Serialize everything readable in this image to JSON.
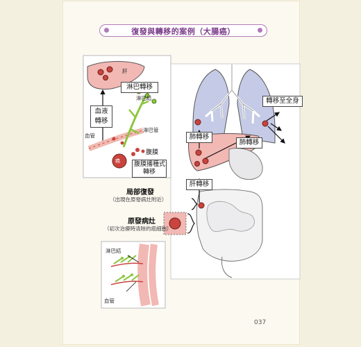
{
  "title": "復發與轉移的案例（大腸癌）",
  "page_number": "037",
  "labels": {
    "liver": "肝",
    "lymph_metastasis": "淋巴轉移",
    "lymph_node": "淋巴結",
    "blood_metastasis_line1": "血液",
    "blood_metastasis_line2": "轉移",
    "lymph_vessel": "淋巴管",
    "blood_vessel": "血管",
    "cancer": "癌",
    "peritoneum": "腹膜",
    "peritoneal_line1": "腹膜播種式",
    "peritoneal_line2": "轉移",
    "whole_body": "轉移至全身",
    "lung_meta_left": "肺轉移",
    "lung_meta_right": "肺轉移",
    "liver_meta": "肝轉移",
    "local_recurrence": "局部復發",
    "local_recurrence_note": "（出現在原發病灶附近）",
    "primary_lesion": "原發病灶",
    "primary_lesion_note": "（初次治療時清除的癌細胞）",
    "inset_lymph_node": "淋巴結",
    "inset_blood_vessel": "血管"
  },
  "colors": {
    "title_accent": "#b07ab8",
    "lung": "#c5cbe6",
    "liver": "#f2b8b3",
    "tumor": "#c9443d",
    "lymph": "#8cc63f"
  }
}
